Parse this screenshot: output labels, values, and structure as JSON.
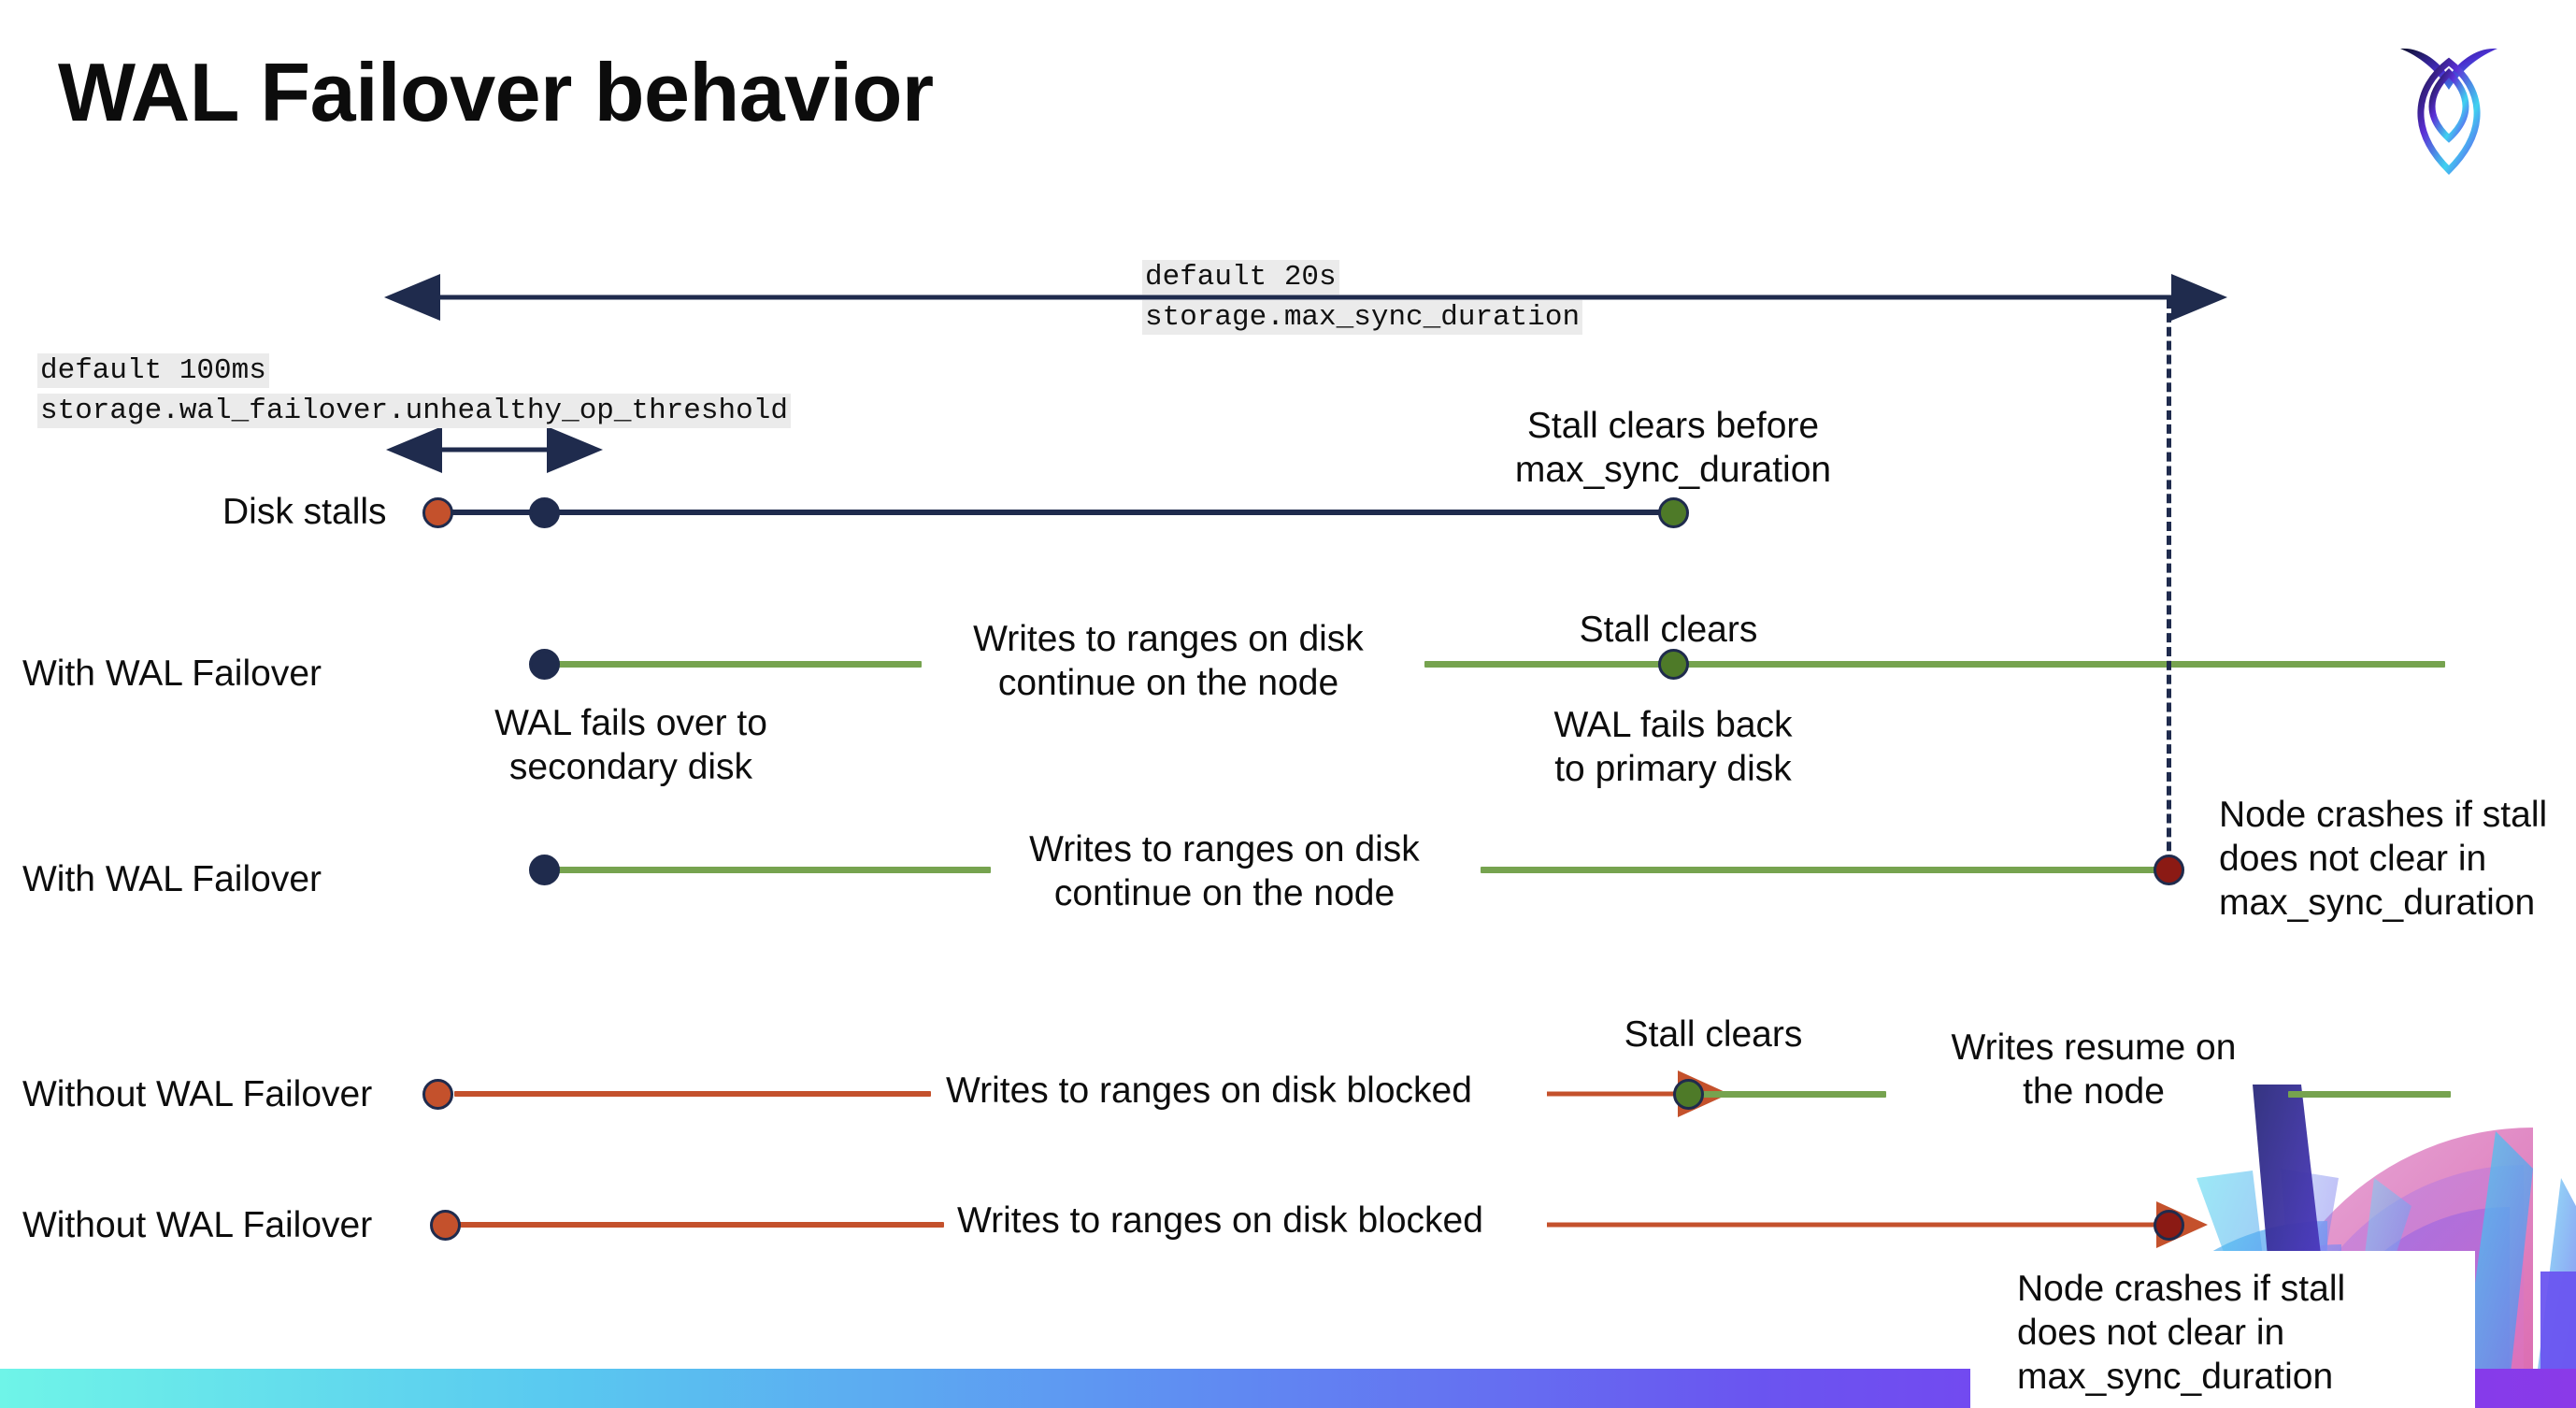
{
  "slide": {
    "title": "WAL Failover behavior",
    "logo_name": "cockroachdb-logo"
  },
  "cluster_settings": {
    "max_sync": {
      "default_label": "default 20s",
      "setting_name": "storage.max_sync_duration"
    },
    "unhealthy_op": {
      "default_label": "default 100ms",
      "setting_name": "storage.wal_failover.unhealthy_op_threshold"
    }
  },
  "rows": [
    {
      "label": "Disk stalls",
      "annotations": [
        "Stall clears before\nmax_sync_duration"
      ]
    },
    {
      "label": "With WAL Failover",
      "annotations": [
        "Writes to ranges on disk\ncontinue on the node",
        "Stall clears",
        "WAL fails over to\nsecondary disk",
        "WAL fails  back\nto primary disk"
      ]
    },
    {
      "label": "With WAL Failover",
      "annotations": [
        "Writes to ranges on disk\ncontinue on the node",
        "Node crashes if stall\ndoes not clear in\nmax_sync_duration"
      ]
    },
    {
      "label": "Without WAL Failover",
      "annotations": [
        "Writes to ranges on disk  blocked",
        "Stall clears",
        "Writes resume on\nthe node"
      ]
    },
    {
      "label": "Without WAL Failover",
      "annotations": [
        "Writes to ranges on disk  blocked",
        "Node crashes if stall\ndoes not clear in\nmax_sync_duration"
      ]
    }
  ],
  "colors": {
    "navy": "#1f2b4d",
    "green_line": "#76a34f",
    "green_dot": "#4e7a28",
    "red_line": "#c4512c",
    "red_dot": "#c4512c",
    "dark_red_dot": "#8b1a14",
    "chip_bg": "#ebebeb"
  }
}
